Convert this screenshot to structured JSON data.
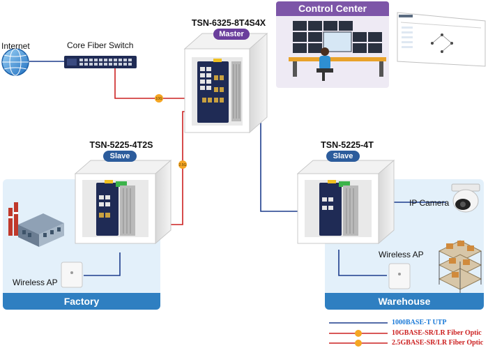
{
  "colors": {
    "utp": "#1c3c8c",
    "fiber": "#cc2020",
    "zone_bg": "#e3f0fa",
    "zone_bar": "#2f7fc1",
    "master_badge": "#6a3e9c",
    "slave_badge": "#2c5c9c",
    "control_center": "#7d56a8"
  },
  "internet": {
    "label": "Internet"
  },
  "core_switch": {
    "label": "Core Fiber Switch"
  },
  "master": {
    "name": "TSN-6325-8T4S4X",
    "role": "Master"
  },
  "control_center": {
    "title": "Control Center"
  },
  "slave_left": {
    "name": "TSN-5225-4T2S",
    "role": "Slave"
  },
  "slave_right": {
    "name": "TSN-5225-4T",
    "role": "Slave"
  },
  "factory": {
    "title": "Factory",
    "ap_label": "Wireless AP"
  },
  "warehouse": {
    "title": "Warehouse",
    "ap_label": "Wireless AP",
    "camera_label": "IP Camera"
  },
  "link_badges": {
    "core_to_master": "10G",
    "master_to_left": "2.5G"
  },
  "legend": [
    {
      "text": "1000BASE-T UTP",
      "color": "#1c7bd8",
      "type": "utp"
    },
    {
      "text": "10GBASE-SR/LR Fiber Optic",
      "color": "#cc2020",
      "type": "fiber"
    },
    {
      "text": "2.5GBASE-SR/LR Fiber Optic",
      "color": "#cc2020",
      "type": "fiber"
    }
  ]
}
